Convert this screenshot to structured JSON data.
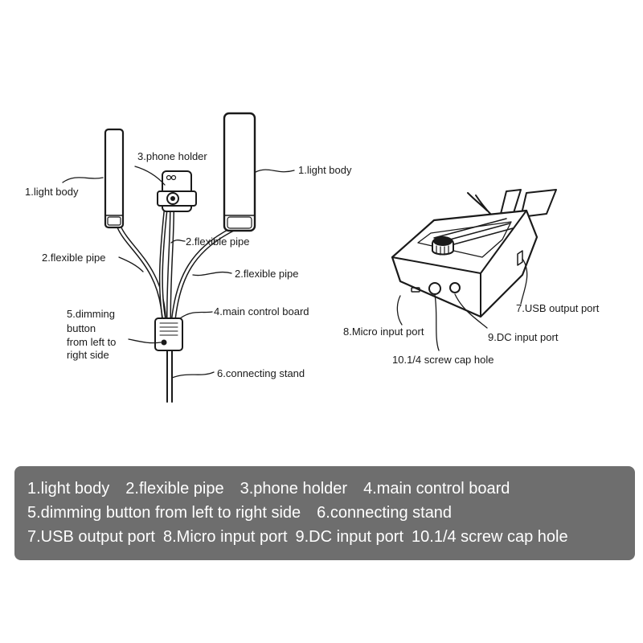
{
  "diagram": {
    "labels": {
      "light_body_left": "1.light body",
      "phone_holder": "3.phone holder",
      "light_body_right": "1.light body",
      "flexible_pipe_center": "2.flexible pipe",
      "flexible_pipe_left": "2.flexible pipe",
      "flexible_pipe_right": "2.flexible pipe",
      "main_control_board": "4.main control board",
      "dimming_button_line1": "5.dimming",
      "dimming_button_line2": "button",
      "dimming_button_line3": "from left to",
      "dimming_button_line4": "right side",
      "connecting_stand": "6.connecting stand",
      "usb_output_port": "7.USB output port",
      "micro_input_port": "8.Micro input port",
      "dc_input_port": "9.DC input port",
      "screw_cap_hole": "10.1/4 screw cap hole"
    }
  },
  "legend": {
    "row1": [
      "1.light body",
      "2.flexible pipe",
      "3.phone holder",
      "4.main control board"
    ],
    "row2": [
      "5.dimming button from left to right side",
      "6.connecting stand"
    ],
    "row3": [
      "7.USB output port",
      "8.Micro input port",
      "9.DC input port",
      "10.1/4 screw cap hole"
    ]
  },
  "colors": {
    "legend_background": "#6e6e6e",
    "legend_text": "#ffffff",
    "line_art": "#1a1a1a"
  }
}
